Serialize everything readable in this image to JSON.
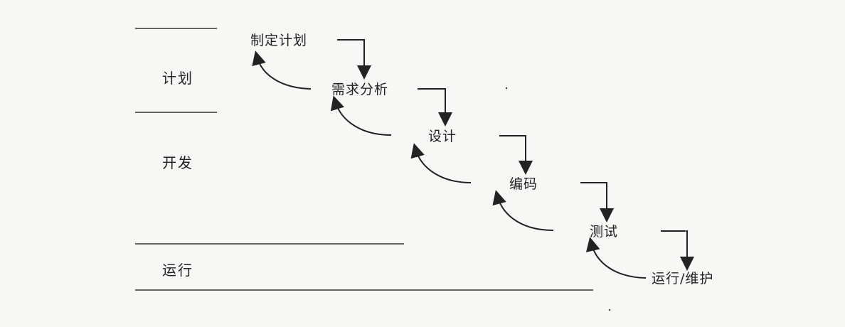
{
  "phases": [
    {
      "label": "计划"
    },
    {
      "label": "开发"
    },
    {
      "label": "运行"
    }
  ],
  "stages": [
    {
      "label": "制定计划"
    },
    {
      "label": "需求分析"
    },
    {
      "label": "设计"
    },
    {
      "label": "编码"
    },
    {
      "label": "测试"
    },
    {
      "label": "运行/维护"
    }
  ],
  "colors": {
    "background": "#f7f7f5",
    "ink": "#222222"
  }
}
